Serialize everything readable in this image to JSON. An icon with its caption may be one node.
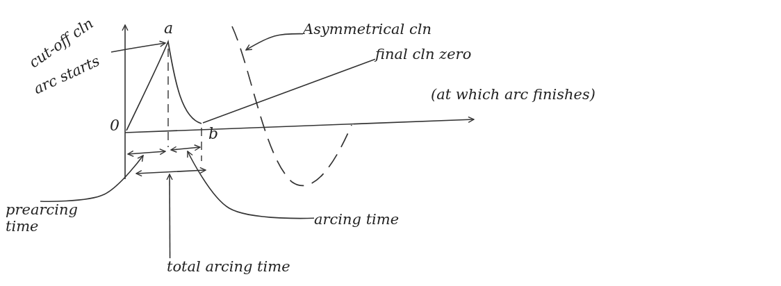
{
  "diagram": {
    "nodes": [
      {
        "text": [
          "cut-off cln",
          "arc starts"
        ]
      },
      {
        "text": [
          "Asymmetrical cln"
        ]
      },
      {
        "text": [
          "final cln zero",
          "(at which arc finishes)"
        ]
      },
      {
        "text": [
          "prearcing time"
        ]
      },
      {
        "text": [
          "arcing time"
        ]
      },
      {
        "text": [
          "total arcing time"
        ]
      },
      {
        "text": [],
        "shape": "curve"
      },
      {
        "text": [],
        "shape": "curve"
      },
      {
        "text": [],
        "shape": "bar"
      },
      {
        "text": [],
        "shape": "bar"
      },
      {
        "text": [],
        "shape": "bar"
      }
    ],
    "edges": [
      {
        "from": 0,
        "to": 6,
        "arrow": "to"
      },
      {
        "from": 1,
        "to": 7,
        "arrow": "to"
      },
      {
        "from": 2,
        "to": 6,
        "arrow": "none"
      },
      {
        "from": 3,
        "to": 8,
        "arrow": "to"
      },
      {
        "from": 4,
        "to": 9,
        "arrow": "to"
      },
      {
        "from": 5,
        "to": 10,
        "arrow": "to"
      }
    ],
    "labels": [
      "a",
      "0",
      "b"
    ]
  }
}
